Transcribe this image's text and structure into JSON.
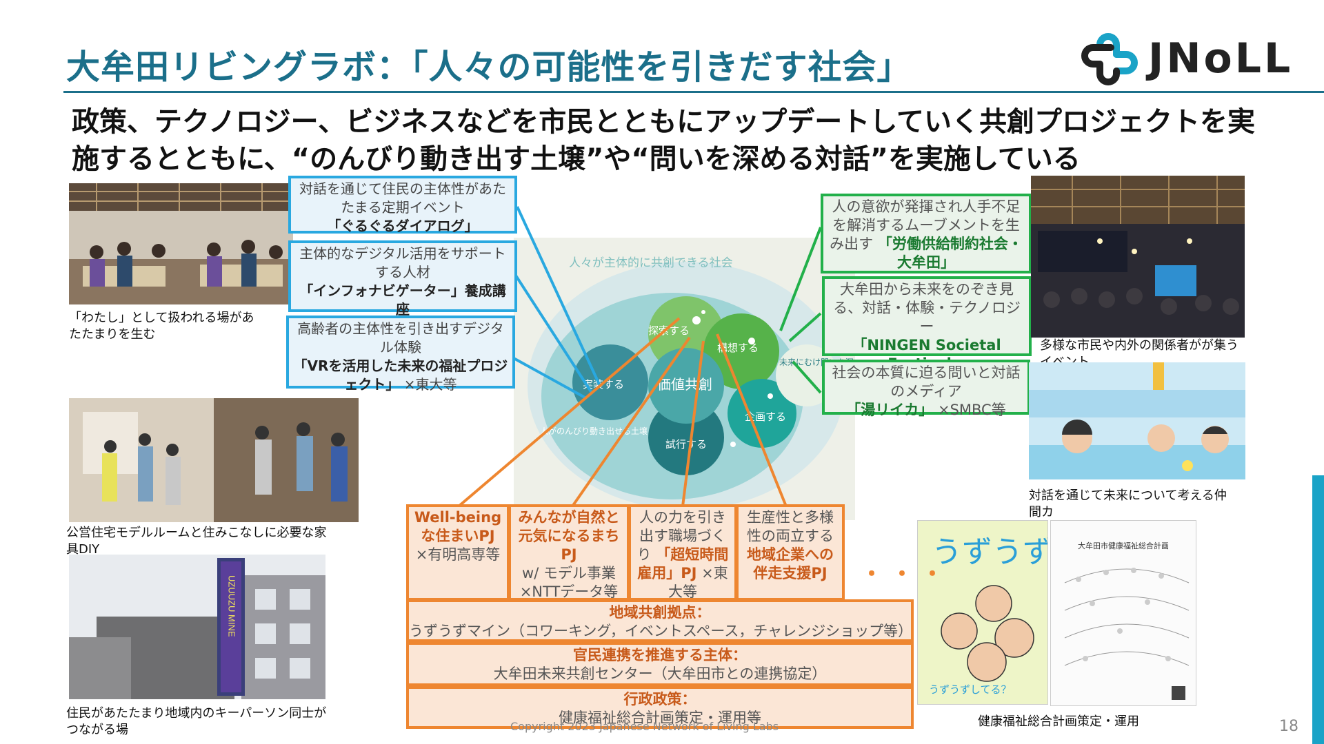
{
  "title": "大牟田リビングラボ：「人々の可能性を引きだす社会」",
  "logo": {
    "text": "JNoLL",
    "icon": "knot-logo-icon",
    "colors": {
      "teal": "#1aa3c7",
      "dark": "#222222"
    }
  },
  "subtitle": "政策、テクノロジー、ビジネスなどを市民とともにアップデートしていく共創プロジェクトを実施するとともに、“のんびり動き出す土壌”や“問いを深める対話”を実施している",
  "photos": {
    "top_left_caption": "「わたし」として扱われる場があたたまりを生む",
    "mid_left_caption": "公営住宅モデルルームと住みこなしに必要な家具DIY",
    "bottom_left_caption": "住民があたたまり地域内のキーパーソン同士がつながる場",
    "bottom_left_sign": "うずうずマイン UZUUZU MINE",
    "top_right_caption": "多様な市民や内外の関係者がが集うイベント",
    "mid_right_caption": "対話を通じて未来について考える仲間カ",
    "bottom_right_caption": "健康福祉総合計画策定・運用",
    "poster1_title": "うずうず",
    "poster1_sub": "うずうずしてる？",
    "poster2_title": "大牟田市健康福祉総合計画"
  },
  "diagram": {
    "arc_text": "人々が主体的に共創できる社会",
    "center": "価値共創",
    "phases": [
      "探索する",
      "構想する",
      "企画する",
      "試行する",
      "実装する"
    ],
    "left_note": "人がのんびり動き出せる土壌",
    "right_note": "未来にむけ問いを深める対話"
  },
  "blue_boxes": [
    {
      "text": "対話を通じて住民の主体性があたたまる定期イベント",
      "bold": "「ぐるぐるダイアログ」",
      "tail": ""
    },
    {
      "text": "主体的なデジタル活用をサポートする人材",
      "bold": "「インフォナビゲーター」養成講座",
      "tail": ""
    },
    {
      "text": "高齢者の主体性を引き出すデジタル体験",
      "bold": "「VRを活用した未来の福祉プロジェクト」",
      "tail": "×東大等"
    }
  ],
  "green_boxes": [
    {
      "text": "人の意欲が発揮され人手不足を解消するムーブメントを生み出す",
      "bold": "「労働供給制約社会・大牟田」",
      "tail": ""
    },
    {
      "text": "大牟田から未来をのぞき見る、対話・体験・テクノロジー",
      "bold": "「NINGEN Societal Festival」",
      "tail": ""
    },
    {
      "text": "社会の本質に迫る問いと対話のメディア",
      "bold": "「湯リイカ」",
      "tail": "×SMBC等"
    }
  ],
  "orange_boxes": [
    {
      "bold": "Well-beingな住まいPJ",
      "tail": "×有明高専等"
    },
    {
      "bold": "みんなが自然と元気になるまちPJ",
      "tail": "w/ モデル事業×NTTデータ等"
    },
    {
      "lead": "人の力を引き出す職場づくり",
      "bold": "「超短時間雇用」PJ",
      "tail": "×東大等"
    },
    {
      "lead": "生産性と多様性の両立する",
      "bold": "地域企業への伴走支援PJ",
      "tail": ""
    }
  ],
  "bands": [
    {
      "heading": "地域共創拠点：",
      "body": "うずうずマイン（コワーキング，イベントスペース，チャレンジショップ等）"
    },
    {
      "heading": "官民連携を推進する主体：",
      "body": "大牟田未来共創センター（大牟田市との連携協定）"
    },
    {
      "heading": "行政政策：",
      "body": "健康福祉総合計画策定・運用等"
    }
  ],
  "ellipsis": "・・・",
  "copyright": "Copyright 2023 Japanese Network of Living Labs",
  "page_number": "18",
  "colors": {
    "blue": "#29a8e0",
    "green": "#22b04a",
    "orange": "#ee8630",
    "title": "#1b6f8a"
  }
}
